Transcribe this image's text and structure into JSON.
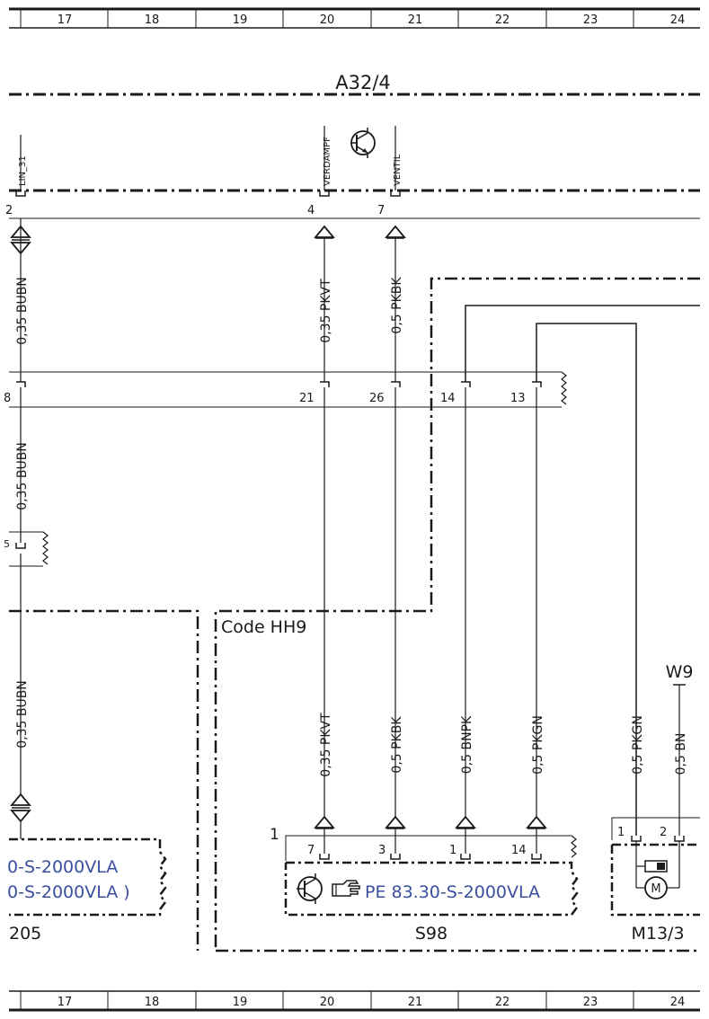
{
  "grid": {
    "columns": [
      "17",
      "18",
      "19",
      "20",
      "21",
      "22",
      "23",
      "24"
    ]
  },
  "components": {
    "a32_4": "A32/4",
    "code_hh9": "Code HH9",
    "w9": "W9",
    "s98": "S98",
    "m13_3": "M13/3",
    "left_id": "205",
    "motor_symbol": "M"
  },
  "connector_top": {
    "labels": [
      "LIN_31",
      "VERDAMPF",
      "VENTIL"
    ],
    "pins": [
      "4",
      "7"
    ],
    "partial_left": "2"
  },
  "connector_mid": {
    "pins": [
      "21",
      "26",
      "14",
      "13"
    ],
    "partial_left": "8"
  },
  "connector_left_small": {
    "partial_left": "5"
  },
  "wires_upper": [
    "0,35 BUBN",
    "0,35 PKVT",
    "0,5 PKBK"
  ],
  "wires_left_lower": [
    "0,35 BUBN",
    "0,35 BUBN"
  ],
  "wires_lower": [
    "0,35 PKVT",
    "0,5 PKBK",
    "0,5 BNPK",
    "0,5 PKGN",
    "0,5 PKGN",
    "0,5 BN"
  ],
  "s98_connector": {
    "number": "1",
    "pins": [
      "7",
      "3",
      "1",
      "14"
    ]
  },
  "m13_connector": {
    "pins": [
      "1",
      "2"
    ]
  },
  "references": {
    "s98_ref": "PE 83.30-S-2000VLA",
    "left_ref_1": "0-S-2000VLA",
    "left_ref_2": "0-S-2000VLA )"
  },
  "colors": {
    "line": "#1a1a1a",
    "reference": "#3a4fa0",
    "background": "#ffffff"
  }
}
